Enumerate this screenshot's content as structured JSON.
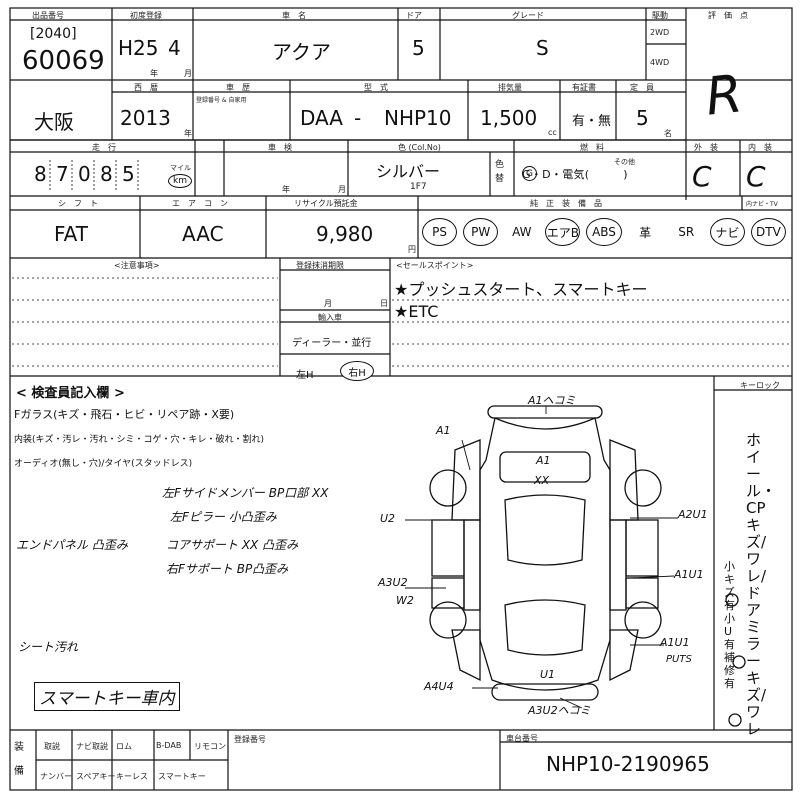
{
  "header": {
    "lot_no_label": "出品番号",
    "first_reg_label": "初度登録",
    "car_name_label": "車　名",
    "door_label": "ドア",
    "grade_label": "グレード",
    "drive_label": "駆動",
    "score_label": "評　価　点",
    "lot_code": "[2040]",
    "lot_no": "60069",
    "era_year": "H25",
    "month": "4",
    "year_mark": "年",
    "month_mark": "月",
    "car_name": "アクア",
    "doors": "5",
    "grade": "S",
    "drive_2wd": "2WD",
    "drive_4wd": "4WD",
    "score": "R"
  },
  "row2": {
    "region_label": "",
    "year_label": "西　暦",
    "model_label": "型　式",
    "disp_label": "排気量",
    "reg_label": "有証書",
    "capacity_label": "定　員",
    "veh_label": "車　歴",
    "veh_sub": "登録番号 & 自家用",
    "region": "大阪",
    "year": "2013",
    "year_mark": "年",
    "model_prefix": "DAA",
    "dash": "-",
    "model": "NHP10",
    "displacement": "1,500",
    "cc": "cc",
    "reg_yes_no": "有・無",
    "capacity": "5",
    "capacity_mark": "名"
  },
  "row3": {
    "mileage_label": "走　行",
    "inspection_label": "車　検",
    "color_label": "色 (Col.No)",
    "fuel_label": "燃　料",
    "exterior_label": "外　装",
    "interior_label": "内　装",
    "mileage_digits": [
      "8",
      "7",
      "0",
      "8",
      "5"
    ],
    "mile_unit": "マイル",
    "km_unit": "km",
    "year_mark": "年",
    "month_mark": "月",
    "color": "シルバー",
    "color_code": "1F7",
    "color_change": "色替",
    "fuel": "G・D・電気(　　　)",
    "fuel_other": "その他",
    "exterior": "C",
    "interior": "C"
  },
  "row4": {
    "shift_label": "シ　フ　ト",
    "ac_label": "エ　ア　コ　ン",
    "recycle_label": "リサイクル預託金",
    "equipment_label": "純　正　装　備　品",
    "audio_label": "内ナビ・TV",
    "shift": "FAT",
    "ac": "AAC",
    "recycle": "9,980",
    "yen": "円",
    "equipment": [
      "PS",
      "PW",
      "AW",
      "エアB",
      "ABS",
      "革",
      "SR",
      "ナビ",
      "DTV"
    ],
    "equipment_circled": [
      true,
      true,
      false,
      true,
      true,
      false,
      false,
      true,
      true
    ]
  },
  "row5": {
    "notes_label": "<注意事項>",
    "deadline_label": "登録抹消期限",
    "month_mark": "月",
    "day_mark": "日",
    "import_label": "輸入車",
    "dealer": "ディーラー・並行",
    "handle_left": "左H",
    "handle_right": "右H",
    "sales_label": "<セールスポイント>",
    "sales_points": [
      "★プッシュスタート、スマートキー",
      "★ETC"
    ]
  },
  "inspector": {
    "title": "< 検査員記入欄 >",
    "glass": "Fガラス(キズ・飛石・ヒビ・リペア跡・X要)",
    "interior": "内装(キズ・汚レ・汚れ・シミ・コゲ・穴・キレ・破れ・割れ)",
    "audio": "オーディオ(無し・穴)/タイヤ(スタッドレス)",
    "hw_notes": [
      "左Fサイドメンバー BP口部 XX",
      "左Fピラー 小凸歪み",
      "エンドパネル 凸歪み",
      "コアサポート XX 凸歪み",
      "右Fサポート BP凸歪み",
      "シート汚れ"
    ],
    "smart_key": "スマートキー車内",
    "key_lock": "キーロック",
    "side_notes": "ホイール・CPキズ/ワレ/ドアミラーキズ/ワレ",
    "side_notes2": "小キズ有 小U有 補修有",
    "diagram_marks": [
      "A1ヘコミ",
      "A1",
      "A1",
      "XX",
      "U2",
      "A3U2",
      "W2",
      "A2U1",
      "A1U1",
      "A1U1",
      "PUTS",
      "A4U4",
      "U1",
      "A3U2ヘコミ"
    ]
  },
  "footer": {
    "label_col": "装備",
    "items_row1": [
      "取説",
      "ナビ取説",
      "ロム",
      "B-DAB",
      "リモコン"
    ],
    "items_row2": [
      "ナンバー",
      "スペアキー",
      "キーレス",
      "スマートキー"
    ],
    "reg_no_label": "登録番号",
    "chassis_label": "車台番号",
    "chassis": "NHP10-2190965"
  }
}
